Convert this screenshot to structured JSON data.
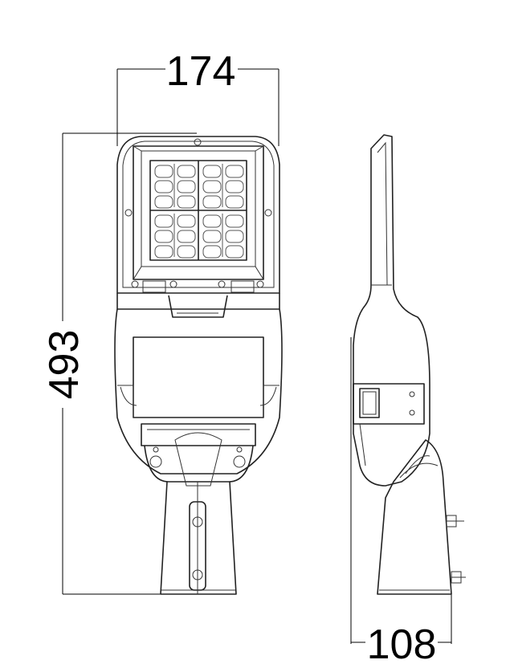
{
  "dimensions": {
    "width": "174",
    "height": "493",
    "depth": "108"
  }
}
